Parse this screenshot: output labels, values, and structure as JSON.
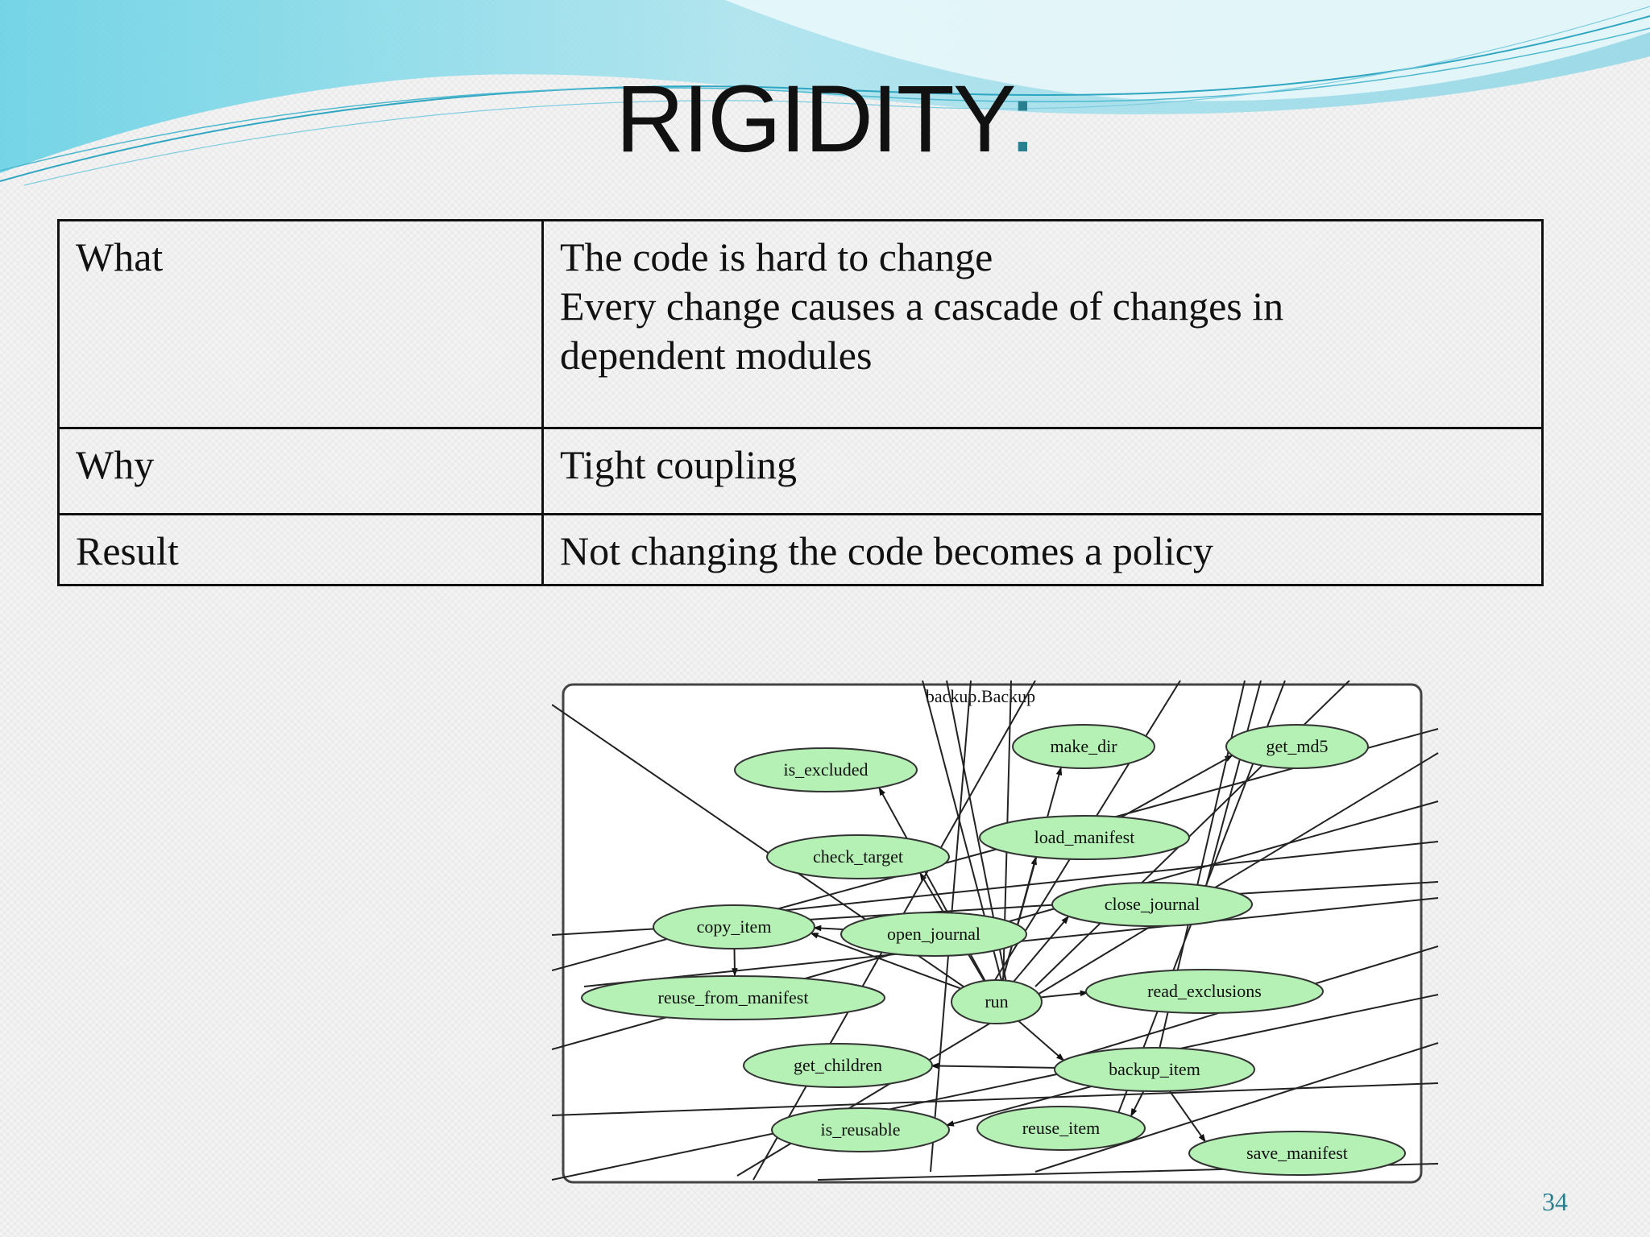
{
  "slide": {
    "title": "RIGIDITY",
    "title_colon": ":",
    "page_number": "34"
  },
  "table": {
    "rows": [
      {
        "key": "What",
        "value": "The code is hard to change\nEvery change causes a cascade of changes in\ndependent modules"
      },
      {
        "key": "Why",
        "value": "Tight coupling"
      },
      {
        "key": "Result",
        "value": "Not changing the code becomes a policy"
      }
    ]
  },
  "graph": {
    "cluster_label": "backup.Backup",
    "nodes": [
      {
        "id": "make_dir",
        "label": "make_dir"
      },
      {
        "id": "get_md5",
        "label": "get_md5"
      },
      {
        "id": "is_excluded",
        "label": "is_excluded"
      },
      {
        "id": "load_manifest",
        "label": "load_manifest"
      },
      {
        "id": "check_target",
        "label": "check_target"
      },
      {
        "id": "close_journal",
        "label": "close_journal"
      },
      {
        "id": "copy_item",
        "label": "copy_item"
      },
      {
        "id": "open_journal",
        "label": "open_journal"
      },
      {
        "id": "reuse_from_manifest",
        "label": "reuse_from_manifest"
      },
      {
        "id": "run",
        "label": "run"
      },
      {
        "id": "read_exclusions",
        "label": "read_exclusions"
      },
      {
        "id": "get_children",
        "label": "get_children"
      },
      {
        "id": "backup_item",
        "label": "backup_item"
      },
      {
        "id": "is_reusable",
        "label": "is_reusable"
      },
      {
        "id": "reuse_item",
        "label": "reuse_item"
      },
      {
        "id": "save_manifest",
        "label": "save_manifest"
      }
    ],
    "node_fill": "#b5f0b5",
    "node_stroke": "#333333"
  },
  "colors": {
    "accent": "#2a7f8f",
    "wave_light": "#bfe9f1",
    "wave_mid": "#7fd3e3",
    "wave_dark": "#3fb6cf"
  }
}
